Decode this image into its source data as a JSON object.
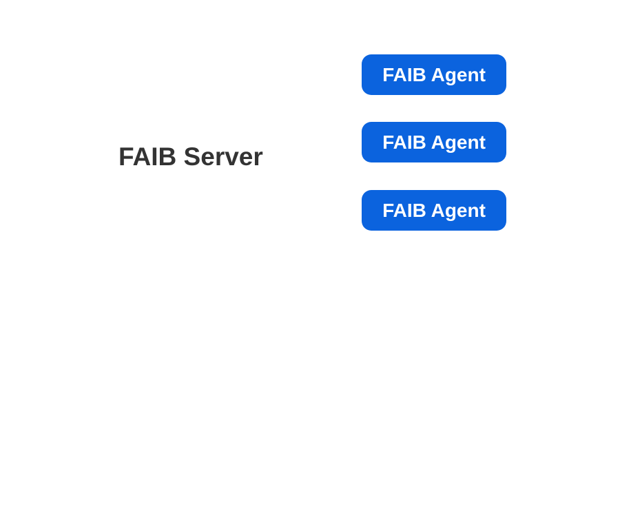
{
  "diagram": {
    "server": {
      "label": "FAIB Server"
    },
    "agents": [
      {
        "label": "FAIB Agent"
      },
      {
        "label": "FAIB Agent"
      },
      {
        "label": "FAIB Agent"
      }
    ],
    "colors": {
      "agent_fill": "#0b63de",
      "agent_text": "#ffffff",
      "server_text": "#333333",
      "background": "#ffffff"
    }
  }
}
